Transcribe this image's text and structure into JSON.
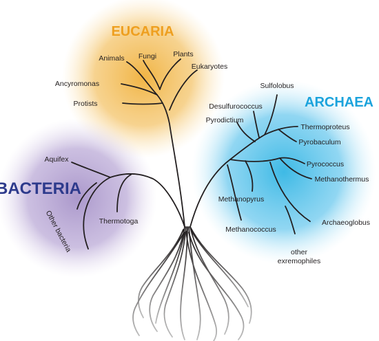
{
  "colors": {
    "eucaria": "#f0b13c",
    "bacteria": "#9c86c2",
    "archaea": "#34b6e4",
    "eucaria_title": "#ee9f1f",
    "bacteria_title": "#2d3a8c",
    "archaea_title": "#1ba3dc",
    "branch": "#231f20"
  },
  "domains": {
    "eucaria": {
      "title": "EUCARIA",
      "labels": {
        "animals": "Animals",
        "fungi": "Fungi",
        "plants": "Plants",
        "eukaryotes": "Eukaryotes",
        "ancyromonas": "Ancyromonas",
        "protists": "Protists"
      }
    },
    "bacteria": {
      "title": "BACTERIA",
      "labels": {
        "aquifex": "Aquifex",
        "thermotoga": "Thermotoga",
        "other_bacteria": "Other bacteria"
      }
    },
    "archaea": {
      "title": "ARCHAEA",
      "labels": {
        "sulfolobus": "Sulfolobus",
        "desulfurococcus": "Desulfurococcus",
        "pyrodictium": "Pyrodictium",
        "thermoproteus": "Thermoproteus",
        "pyrobaculum": "Pyrobaculum",
        "pyrococcus": "Pyrococcus",
        "methanothermus": "Methanothermus",
        "methanopyrus": "Methanopyrus",
        "methanococcus": "Methanococcus",
        "archaeoglobus": "Archaeoglobus",
        "other_extremophiles_1": "other",
        "other_extremophiles_2": "exremophiles"
      }
    }
  }
}
